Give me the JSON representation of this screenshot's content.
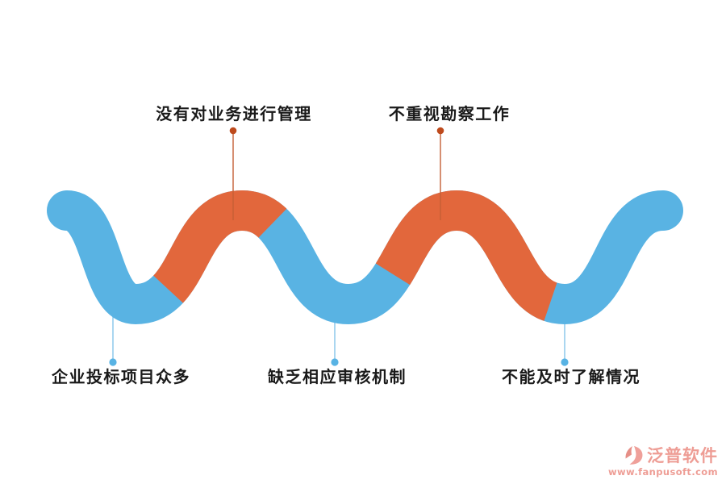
{
  "annotations": {
    "top": [
      {
        "text": "没有对业务进行管理"
      },
      {
        "text": "不重视勘察工作"
      }
    ],
    "bottom": [
      {
        "text": "企业投标项目众多"
      },
      {
        "text": "缺乏相应审核机制"
      },
      {
        "text": "不能及时了解情况"
      }
    ]
  },
  "watermark": {
    "brand": "泛普软件",
    "url": "www.fanpusoft.com"
  },
  "colors": {
    "wave_blue": "#59b3e3",
    "wave_orange": "#e2673c",
    "annot_orange_line": "#c55f35",
    "annot_orange_dot": "#be4a1c",
    "annot_blue_line": "#85c4ea",
    "annot_blue_dot": "#58b3e4",
    "label_text": "#1a1a1a",
    "watermark": "#ee9d95",
    "logo_dark": "#e68f87",
    "logo_light": "#efa09a"
  }
}
